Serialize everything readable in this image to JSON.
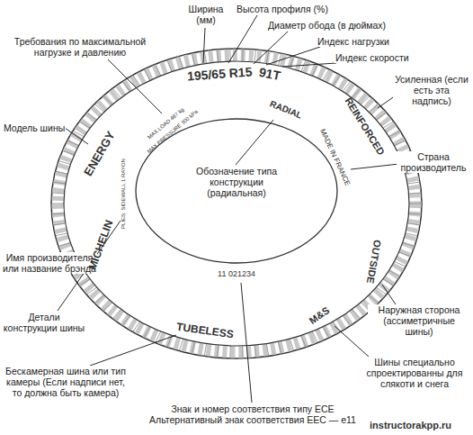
{
  "diagram": {
    "labels": [
      "Ширина (мм)",
      "Высота профиля (%)",
      "Диаметр обода (в дюймах)",
      "Индекс нагрузки",
      "Индекс скорости",
      "Требования по максимальной нагрузке и давлению",
      "Модель шины",
      "Усиленная (если есть эта надпись)",
      "Страна производитель",
      "Обозначение типа конструкции (радиальная)",
      "Имя производителя или название брэнда",
      "Детали конструкции шины",
      "Наружная сторона (ассиметричные шины)",
      "Шины специально спроектированны для слякоти и снега",
      "Бескамерная шина или тип камеры (Если надписи нет, то должна быть камера)",
      "Знак и номер соответствия типу ECE Альтернативный знак соответствия EEC — e11",
      "instructorakpp.ru",
      "195/65 R15",
      "91T",
      "RADIAL",
      "REINFORCED",
      "MADE IN FRANCE",
      "OUTSIDE",
      "M&S",
      "11 021234",
      "TUBELESS",
      "MICHELIN",
      "ENERGY",
      "MAX LOAD 487 kg",
      "MAX PRESSURE 300 kPa",
      "PLIES: SIDEWALL 1 RAYON"
    ]
  }
}
